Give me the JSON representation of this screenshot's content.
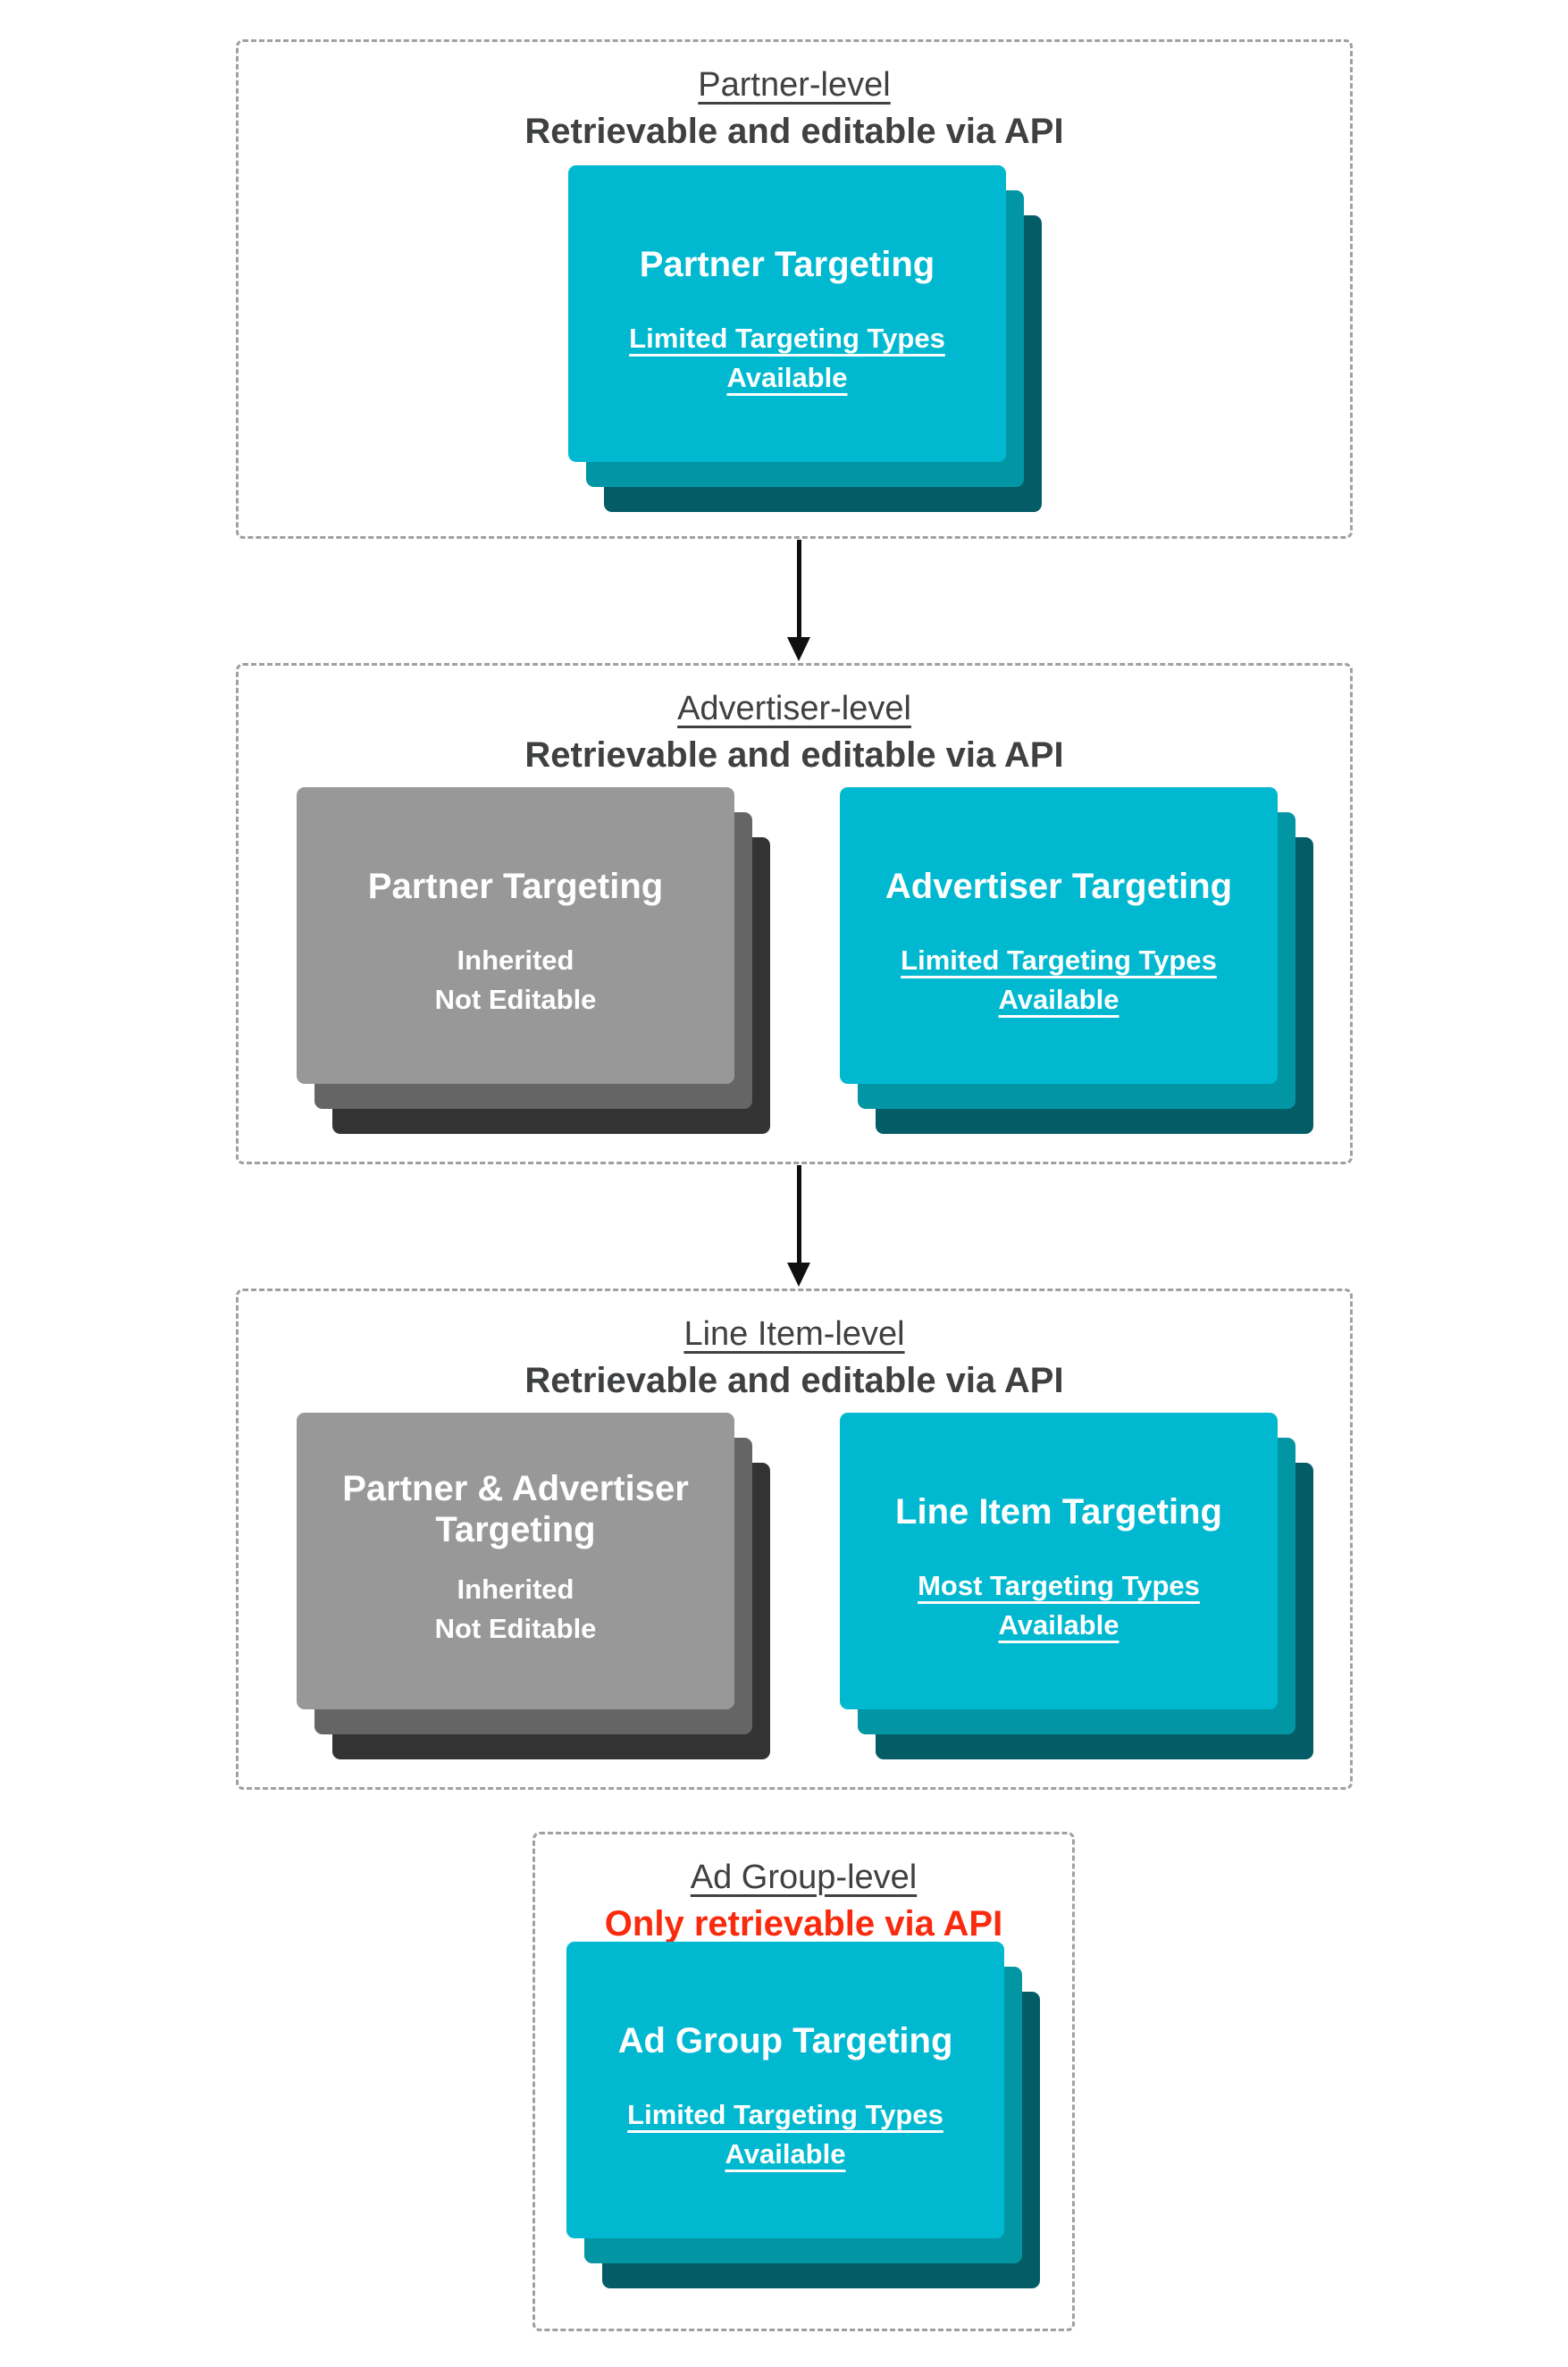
{
  "palette": {
    "background": "#ffffff",
    "box_border": "#a0a0a0",
    "header_text": "#3e4042",
    "red_text": "#f92a0d",
    "card_text": "#ffffff",
    "arrow": "#101010",
    "teal": "#00b9d0",
    "teal_mid": "#0296a4",
    "teal_dark": "#045d66",
    "gray": "#989898",
    "gray_mid": "#656565",
    "gray_dark": "#333333"
  },
  "sections": [
    {
      "title": "Partner-level",
      "subtitle": "Retrievable and editable via API",
      "cards": [
        {
          "variant": "teal",
          "title_lines": [
            "Partner Targeting"
          ],
          "subtitle_lines": [
            "Limited Targeting Types",
            "Available"
          ]
        }
      ]
    },
    {
      "title": "Advertiser-level",
      "subtitle": "Retrievable and editable via API",
      "cards": [
        {
          "variant": "gray",
          "title_lines": [
            "Partner Targeting"
          ],
          "subtitle_lines": [
            "Inherited",
            "Not Editable"
          ]
        },
        {
          "variant": "teal",
          "title_lines": [
            "Advertiser Targeting"
          ],
          "subtitle_lines": [
            "Limited Targeting Types",
            "Available"
          ]
        }
      ]
    },
    {
      "title": "Line Item-level",
      "subtitle": "Retrievable and editable via API",
      "cards": [
        {
          "variant": "gray",
          "title_lines": [
            "Partner & Advertiser",
            "Targeting"
          ],
          "subtitle_lines": [
            "Inherited",
            "Not Editable"
          ]
        },
        {
          "variant": "teal",
          "title_lines": [
            "Line Item Targeting"
          ],
          "subtitle_lines": [
            "Most Targeting Types",
            "Available"
          ]
        }
      ]
    },
    {
      "title": "Ad Group-level",
      "subtitle": "Only retrievable via API",
      "cards": [
        {
          "variant": "teal",
          "title_lines": [
            "Ad Group Targeting"
          ],
          "subtitle_lines": [
            "Limited Targeting Types",
            "Available"
          ]
        }
      ]
    }
  ]
}
